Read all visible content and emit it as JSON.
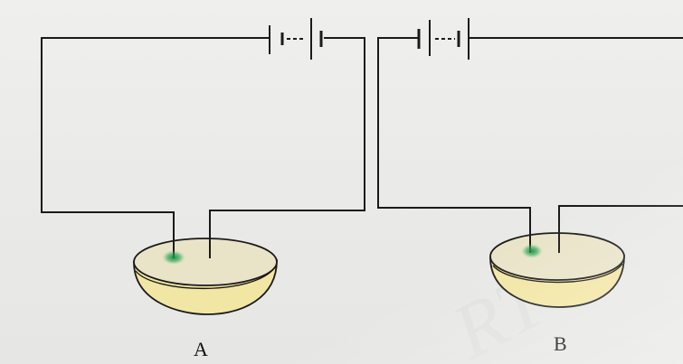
{
  "figure": {
    "watermark_text": "RT",
    "colors": {
      "background": "#eeeeec",
      "wire": "#1a1a1a",
      "dish_rim": "#e6e2c4",
      "dish_body": "#f2e7a8",
      "spot": "#1f9a4c"
    },
    "setups": [
      {
        "id": "A",
        "label": "A",
        "components": [
          "battery",
          "wire",
          "electrode",
          "dish",
          "green-spot"
        ]
      },
      {
        "id": "B",
        "label": "B",
        "components": [
          "battery",
          "wire",
          "electrode",
          "dish",
          "green-spot"
        ]
      }
    ]
  }
}
